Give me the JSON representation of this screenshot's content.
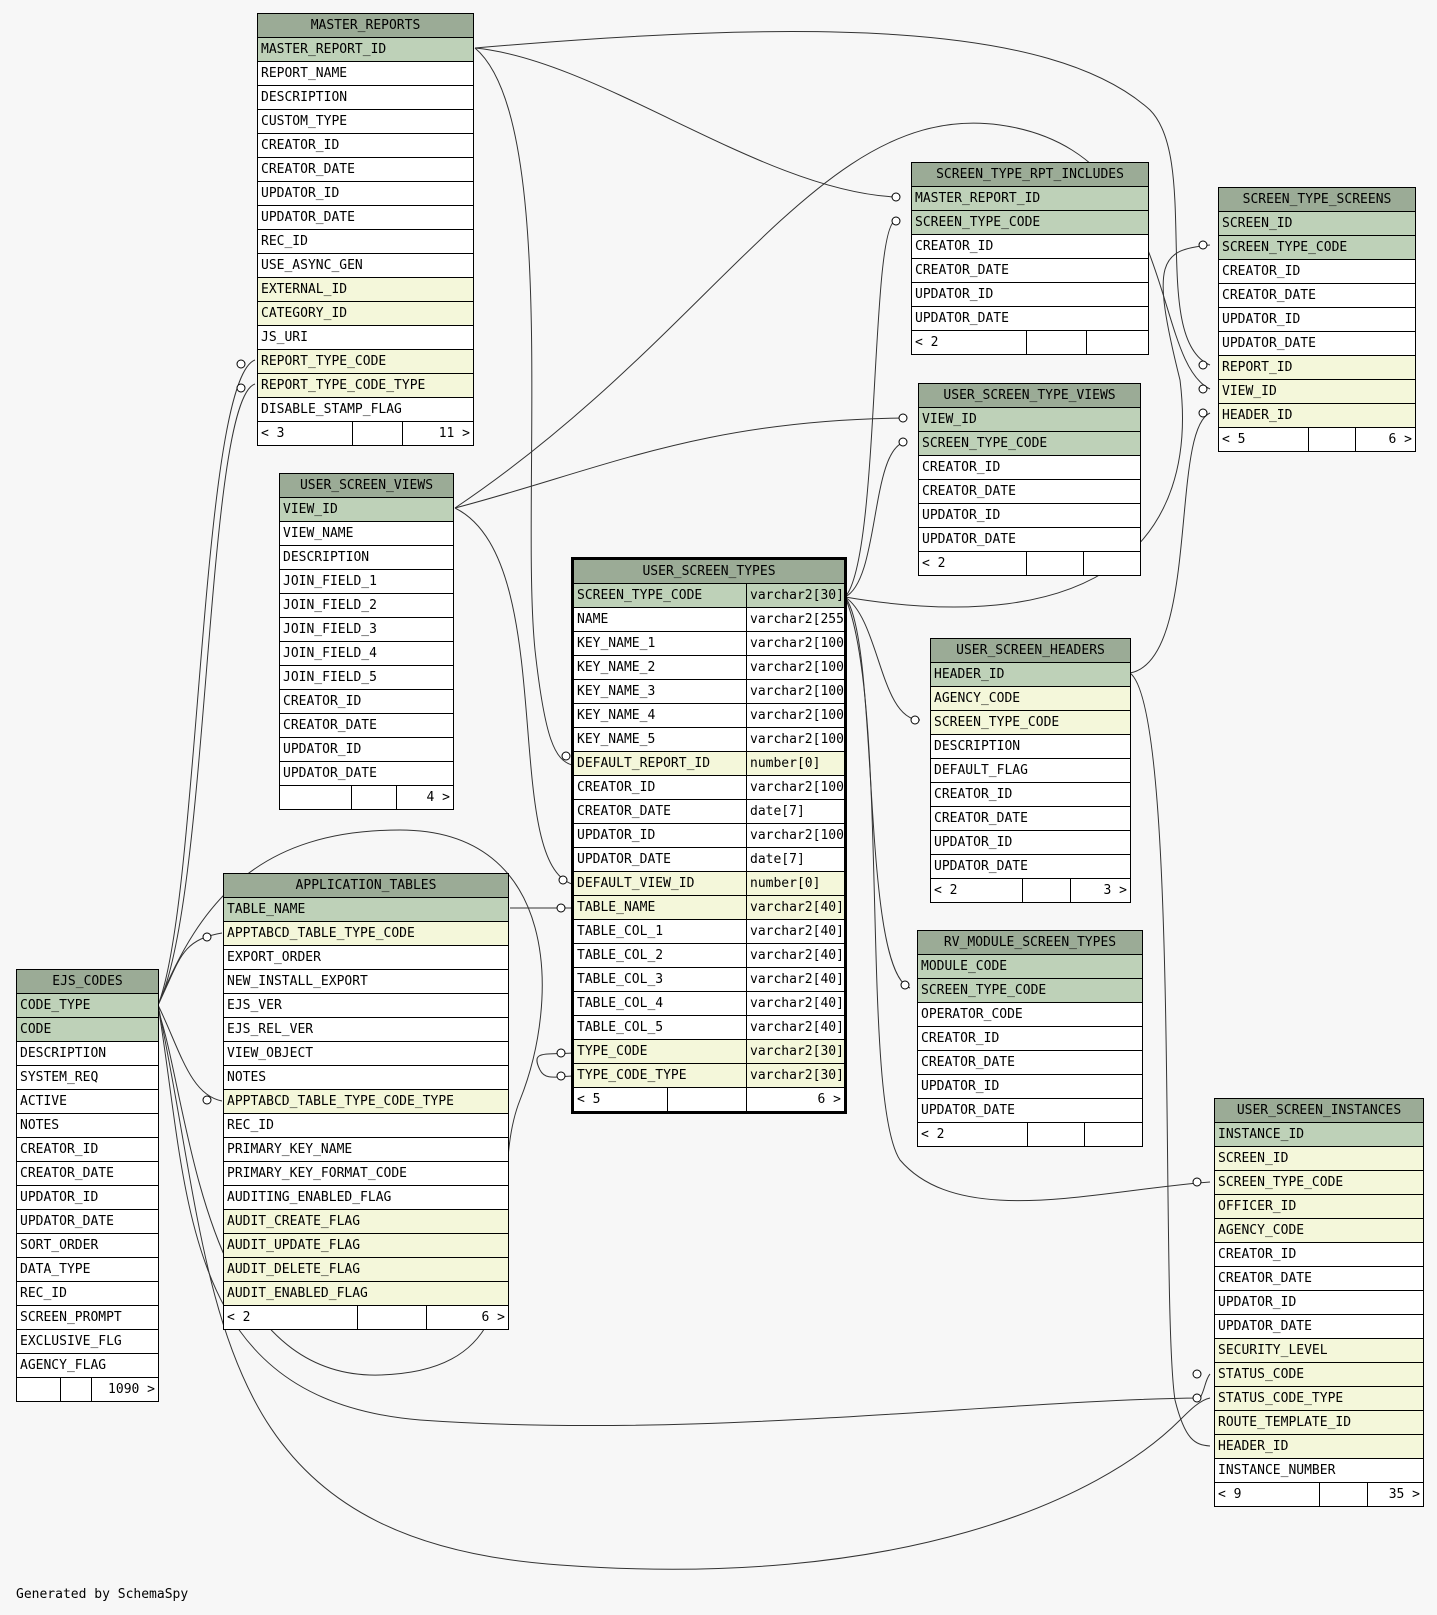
{
  "footer": "Generated by SchemaSpy",
  "colors": {
    "header": "#9bab96",
    "primary_key": "#bed1b8",
    "foreign_key": "#f4f7da",
    "plain": "#ffffff",
    "background": "#f7f7f7"
  },
  "tables": [
    {
      "id": "master_reports",
      "name": "MASTER_REPORTS",
      "columns": [
        {
          "name": "MASTER_REPORT_ID",
          "kind": "pk"
        },
        {
          "name": "REPORT_NAME",
          "kind": "plain"
        },
        {
          "name": "DESCRIPTION",
          "kind": "plain"
        },
        {
          "name": "CUSTOM_TYPE",
          "kind": "plain"
        },
        {
          "name": "CREATOR_ID",
          "kind": "plain"
        },
        {
          "name": "CREATOR_DATE",
          "kind": "plain"
        },
        {
          "name": "UPDATOR_ID",
          "kind": "plain"
        },
        {
          "name": "UPDATOR_DATE",
          "kind": "plain"
        },
        {
          "name": "REC_ID",
          "kind": "plain"
        },
        {
          "name": "USE_ASYNC_GEN",
          "kind": "plain"
        },
        {
          "name": "EXTERNAL_ID",
          "kind": "fk"
        },
        {
          "name": "CATEGORY_ID",
          "kind": "fk"
        },
        {
          "name": "JS_URI",
          "kind": "plain"
        },
        {
          "name": "REPORT_TYPE_CODE",
          "kind": "fk"
        },
        {
          "name": "REPORT_TYPE_CODE_TYPE",
          "kind": "fk"
        },
        {
          "name": "DISABLE_STAMP_FLAG",
          "kind": "plain"
        }
      ],
      "footer": [
        "< 3",
        "",
        "11 >"
      ]
    },
    {
      "id": "user_screen_views",
      "name": "USER_SCREEN_VIEWS",
      "columns": [
        {
          "name": "VIEW_ID",
          "kind": "pk"
        },
        {
          "name": "VIEW_NAME",
          "kind": "plain"
        },
        {
          "name": "DESCRIPTION",
          "kind": "plain"
        },
        {
          "name": "JOIN_FIELD_1",
          "kind": "plain"
        },
        {
          "name": "JOIN_FIELD_2",
          "kind": "plain"
        },
        {
          "name": "JOIN_FIELD_3",
          "kind": "plain"
        },
        {
          "name": "JOIN_FIELD_4",
          "kind": "plain"
        },
        {
          "name": "JOIN_FIELD_5",
          "kind": "plain"
        },
        {
          "name": "CREATOR_ID",
          "kind": "plain"
        },
        {
          "name": "CREATOR_DATE",
          "kind": "plain"
        },
        {
          "name": "UPDATOR_ID",
          "kind": "plain"
        },
        {
          "name": "UPDATOR_DATE",
          "kind": "plain"
        }
      ],
      "footer": [
        "",
        "",
        "4 >"
      ]
    },
    {
      "id": "application_tables",
      "name": "APPLICATION_TABLES",
      "columns": [
        {
          "name": "TABLE_NAME",
          "kind": "pk"
        },
        {
          "name": "APPTABCD_TABLE_TYPE_CODE",
          "kind": "fk"
        },
        {
          "name": "EXPORT_ORDER",
          "kind": "plain"
        },
        {
          "name": "NEW_INSTALL_EXPORT",
          "kind": "plain"
        },
        {
          "name": "EJS_VER",
          "kind": "plain"
        },
        {
          "name": "EJS_REL_VER",
          "kind": "plain"
        },
        {
          "name": "VIEW_OBJECT",
          "kind": "plain"
        },
        {
          "name": "NOTES",
          "kind": "plain"
        },
        {
          "name": "APPTABCD_TABLE_TYPE_CODE_TYPE",
          "kind": "fk"
        },
        {
          "name": "REC_ID",
          "kind": "plain"
        },
        {
          "name": "PRIMARY_KEY_NAME",
          "kind": "plain"
        },
        {
          "name": "PRIMARY_KEY_FORMAT_CODE",
          "kind": "plain"
        },
        {
          "name": "AUDITING_ENABLED_FLAG",
          "kind": "plain"
        },
        {
          "name": "AUDIT_CREATE_FLAG",
          "kind": "fk"
        },
        {
          "name": "AUDIT_UPDATE_FLAG",
          "kind": "fk"
        },
        {
          "name": "AUDIT_DELETE_FLAG",
          "kind": "fk"
        },
        {
          "name": "AUDIT_ENABLED_FLAG",
          "kind": "fk"
        }
      ],
      "footer": [
        "< 2",
        "",
        "6 >"
      ]
    },
    {
      "id": "ejs_codes",
      "name": "EJS_CODES",
      "columns": [
        {
          "name": "CODE_TYPE",
          "kind": "pk"
        },
        {
          "name": "CODE",
          "kind": "pk"
        },
        {
          "name": "DESCRIPTION",
          "kind": "plain"
        },
        {
          "name": "SYSTEM_REQ",
          "kind": "plain"
        },
        {
          "name": "ACTIVE",
          "kind": "plain"
        },
        {
          "name": "NOTES",
          "kind": "plain"
        },
        {
          "name": "CREATOR_ID",
          "kind": "plain"
        },
        {
          "name": "CREATOR_DATE",
          "kind": "plain"
        },
        {
          "name": "UPDATOR_ID",
          "kind": "plain"
        },
        {
          "name": "UPDATOR_DATE",
          "kind": "plain"
        },
        {
          "name": "SORT_ORDER",
          "kind": "plain"
        },
        {
          "name": "DATA_TYPE",
          "kind": "plain"
        },
        {
          "name": "REC_ID",
          "kind": "plain"
        },
        {
          "name": "SCREEN_PROMPT",
          "kind": "plain"
        },
        {
          "name": "EXCLUSIVE_FLG",
          "kind": "plain"
        },
        {
          "name": "AGENCY_FLAG",
          "kind": "plain"
        }
      ],
      "footer": [
        "",
        "",
        "1090 >"
      ]
    },
    {
      "id": "user_screen_types",
      "name": "USER_SCREEN_TYPES",
      "columns": [
        {
          "name": "SCREEN_TYPE_CODE",
          "type": "varchar2[30]",
          "kind": "pk"
        },
        {
          "name": "NAME",
          "type": "varchar2[255]",
          "kind": "plain"
        },
        {
          "name": "KEY_NAME_1",
          "type": "varchar2[100]",
          "kind": "plain"
        },
        {
          "name": "KEY_NAME_2",
          "type": "varchar2[100]",
          "kind": "plain"
        },
        {
          "name": "KEY_NAME_3",
          "type": "varchar2[100]",
          "kind": "plain"
        },
        {
          "name": "KEY_NAME_4",
          "type": "varchar2[100]",
          "kind": "plain"
        },
        {
          "name": "KEY_NAME_5",
          "type": "varchar2[100]",
          "kind": "plain"
        },
        {
          "name": "DEFAULT_REPORT_ID",
          "type": "number[0]",
          "kind": "fk"
        },
        {
          "name": "CREATOR_ID",
          "type": "varchar2[100]",
          "kind": "plain"
        },
        {
          "name": "CREATOR_DATE",
          "type": "date[7]",
          "kind": "plain"
        },
        {
          "name": "UPDATOR_ID",
          "type": "varchar2[100]",
          "kind": "plain"
        },
        {
          "name": "UPDATOR_DATE",
          "type": "date[7]",
          "kind": "plain"
        },
        {
          "name": "DEFAULT_VIEW_ID",
          "type": "number[0]",
          "kind": "fk"
        },
        {
          "name": "TABLE_NAME",
          "type": "varchar2[40]",
          "kind": "fk"
        },
        {
          "name": "TABLE_COL_1",
          "type": "varchar2[40]",
          "kind": "plain"
        },
        {
          "name": "TABLE_COL_2",
          "type": "varchar2[40]",
          "kind": "plain"
        },
        {
          "name": "TABLE_COL_3",
          "type": "varchar2[40]",
          "kind": "plain"
        },
        {
          "name": "TABLE_COL_4",
          "type": "varchar2[40]",
          "kind": "plain"
        },
        {
          "name": "TABLE_COL_5",
          "type": "varchar2[40]",
          "kind": "plain"
        },
        {
          "name": "TYPE_CODE",
          "type": "varchar2[30]",
          "kind": "fk"
        },
        {
          "name": "TYPE_CODE_TYPE",
          "type": "varchar2[30]",
          "kind": "fk"
        }
      ],
      "footer": [
        "< 5",
        "",
        "6 >"
      ]
    },
    {
      "id": "screen_type_rpt_includes",
      "name": "SCREEN_TYPE_RPT_INCLUDES",
      "columns": [
        {
          "name": "MASTER_REPORT_ID",
          "kind": "pk"
        },
        {
          "name": "SCREEN_TYPE_CODE",
          "kind": "pk"
        },
        {
          "name": "CREATOR_ID",
          "kind": "plain"
        },
        {
          "name": "CREATOR_DATE",
          "kind": "plain"
        },
        {
          "name": "UPDATOR_ID",
          "kind": "plain"
        },
        {
          "name": "UPDATOR_DATE",
          "kind": "plain"
        }
      ],
      "footer": [
        "< 2",
        "",
        ""
      ]
    },
    {
      "id": "user_screen_type_views",
      "name": "USER_SCREEN_TYPE_VIEWS",
      "columns": [
        {
          "name": "VIEW_ID",
          "kind": "pk"
        },
        {
          "name": "SCREEN_TYPE_CODE",
          "kind": "pk"
        },
        {
          "name": "CREATOR_ID",
          "kind": "plain"
        },
        {
          "name": "CREATOR_DATE",
          "kind": "plain"
        },
        {
          "name": "UPDATOR_ID",
          "kind": "plain"
        },
        {
          "name": "UPDATOR_DATE",
          "kind": "plain"
        }
      ],
      "footer": [
        "< 2",
        "",
        ""
      ]
    },
    {
      "id": "user_screen_headers",
      "name": "USER_SCREEN_HEADERS",
      "columns": [
        {
          "name": "HEADER_ID",
          "kind": "pk"
        },
        {
          "name": "AGENCY_CODE",
          "kind": "fk"
        },
        {
          "name": "SCREEN_TYPE_CODE",
          "kind": "fk"
        },
        {
          "name": "DESCRIPTION",
          "kind": "plain"
        },
        {
          "name": "DEFAULT_FLAG",
          "kind": "plain"
        },
        {
          "name": "CREATOR_ID",
          "kind": "plain"
        },
        {
          "name": "CREATOR_DATE",
          "kind": "plain"
        },
        {
          "name": "UPDATOR_ID",
          "kind": "plain"
        },
        {
          "name": "UPDATOR_DATE",
          "kind": "plain"
        }
      ],
      "footer": [
        "< 2",
        "",
        "3 >"
      ]
    },
    {
      "id": "rv_module_screen_types",
      "name": "RV_MODULE_SCREEN_TYPES",
      "columns": [
        {
          "name": "MODULE_CODE",
          "kind": "pk"
        },
        {
          "name": "SCREEN_TYPE_CODE",
          "kind": "pk"
        },
        {
          "name": "OPERATOR_CODE",
          "kind": "plain"
        },
        {
          "name": "CREATOR_ID",
          "kind": "plain"
        },
        {
          "name": "CREATOR_DATE",
          "kind": "plain"
        },
        {
          "name": "UPDATOR_ID",
          "kind": "plain"
        },
        {
          "name": "UPDATOR_DATE",
          "kind": "plain"
        }
      ],
      "footer": [
        "< 2",
        "",
        ""
      ]
    },
    {
      "id": "screen_type_screens",
      "name": "SCREEN_TYPE_SCREENS",
      "columns": [
        {
          "name": "SCREEN_ID",
          "kind": "pk"
        },
        {
          "name": "SCREEN_TYPE_CODE",
          "kind": "pk"
        },
        {
          "name": "CREATOR_ID",
          "kind": "plain"
        },
        {
          "name": "CREATOR_DATE",
          "kind": "plain"
        },
        {
          "name": "UPDATOR_ID",
          "kind": "plain"
        },
        {
          "name": "UPDATOR_DATE",
          "kind": "plain"
        },
        {
          "name": "REPORT_ID",
          "kind": "fk"
        },
        {
          "name": "VIEW_ID",
          "kind": "fk"
        },
        {
          "name": "HEADER_ID",
          "kind": "fk"
        }
      ],
      "footer": [
        "< 5",
        "",
        "6 >"
      ]
    },
    {
      "id": "user_screen_instances",
      "name": "USER_SCREEN_INSTANCES",
      "columns": [
        {
          "name": "INSTANCE_ID",
          "kind": "pk"
        },
        {
          "name": "SCREEN_ID",
          "kind": "fk"
        },
        {
          "name": "SCREEN_TYPE_CODE",
          "kind": "fk"
        },
        {
          "name": "OFFICER_ID",
          "kind": "fk"
        },
        {
          "name": "AGENCY_CODE",
          "kind": "fk"
        },
        {
          "name": "CREATOR_ID",
          "kind": "plain"
        },
        {
          "name": "CREATOR_DATE",
          "kind": "plain"
        },
        {
          "name": "UPDATOR_ID",
          "kind": "plain"
        },
        {
          "name": "UPDATOR_DATE",
          "kind": "plain"
        },
        {
          "name": "SECURITY_LEVEL",
          "kind": "fk"
        },
        {
          "name": "STATUS_CODE",
          "kind": "fk"
        },
        {
          "name": "STATUS_CODE_TYPE",
          "kind": "fk"
        },
        {
          "name": "ROUTE_TEMPLATE_ID",
          "kind": "fk"
        },
        {
          "name": "HEADER_ID",
          "kind": "fk"
        },
        {
          "name": "INSTANCE_NUMBER",
          "kind": "plain"
        }
      ],
      "footer": [
        "< 9",
        "",
        "35 >"
      ]
    }
  ]
}
